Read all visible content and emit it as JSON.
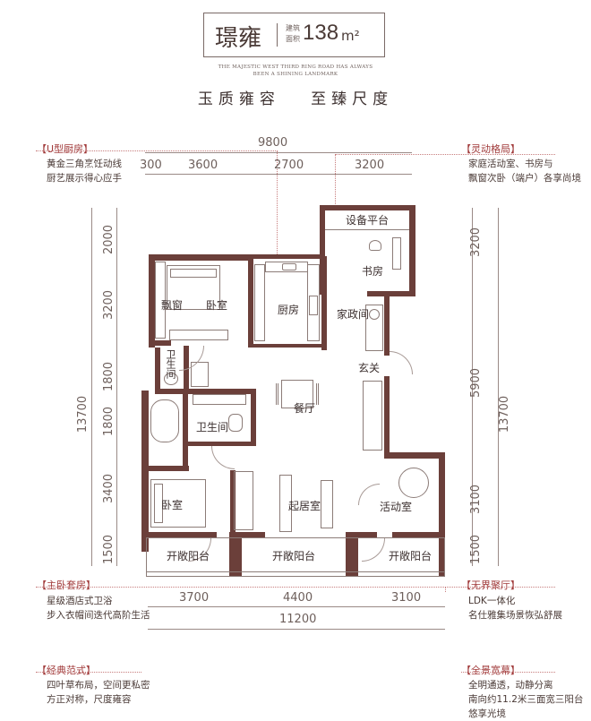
{
  "header": {
    "name": "璟雍",
    "tag_line1": "建筑",
    "tag_line2": "面积",
    "area": "138",
    "area_unit": "m²",
    "english_line1": "THE MAJESTIC WEST THIRD RING ROAD HAS ALWAYS",
    "english_line2": "BEEN A SHINING LANDMARK",
    "slogan": "玉质雍容   至臻尺度"
  },
  "features": {
    "kitchen": {
      "title": "【U型厨房】",
      "line1": "黄金三角烹饪动线",
      "line2": "厨艺展示得心应手"
    },
    "flex": {
      "title": "【灵动格局】",
      "line1": "家庭活动室、书房与",
      "line2": "飘窗次卧（端户）各享尚境"
    },
    "master": {
      "title": "【主卧套房】",
      "line1": "星级酒店式卫浴",
      "line2": "步入衣帽间迭代高阶生活"
    },
    "ldk": {
      "title": "【无界聚厅】",
      "line1": "LDK一体化",
      "line2": "名仕雅集场景恢弘舒展"
    },
    "classic": {
      "title": "【经典范式】",
      "line1": "四叶草布局，空间更私密",
      "line2": "方正对称，尺度雍容"
    },
    "view": {
      "title": "【全景宽幕】",
      "line1": "全明通透，动静分离",
      "line2": "南向约11.2米三面宽三阳台",
      "line3": "悠享光境"
    }
  },
  "dimensions": {
    "top_total": "9800",
    "top_1": "300",
    "top_2": "3600",
    "top_3": "2700",
    "top_4": "3200",
    "left_1": "2000",
    "left_2": "3200",
    "left_3": "1800",
    "left_4": "1800",
    "left_5": "3400",
    "left_6": "1500",
    "left_total": "13700",
    "right_1": "3200",
    "right_2": "5900",
    "right_3": "3100",
    "right_4": "1500",
    "right_total": "13700",
    "bottom_1": "3700",
    "bottom_2": "4400",
    "bottom_3": "3100",
    "bottom_total": "11200"
  },
  "rooms": {
    "equipment": "设备平台",
    "study": "书房",
    "bay_window": "飘窗",
    "bedroom_top": "卧室",
    "kitchen": "厨房",
    "utility": "家政间",
    "bath_small": "卫生间",
    "foyer": "玄关",
    "dining": "餐厅",
    "bath_master": "卫生间",
    "bedroom_master": "卧室",
    "living": "起居室",
    "activity": "活动室",
    "balcony_left": "开敞阳台",
    "balcony_mid": "开敞阳台",
    "balcony_right": "开敞阳台"
  },
  "colors": {
    "wall": "#6b3f3a",
    "accent": "#a13b3b",
    "text": "#4a3a36"
  }
}
